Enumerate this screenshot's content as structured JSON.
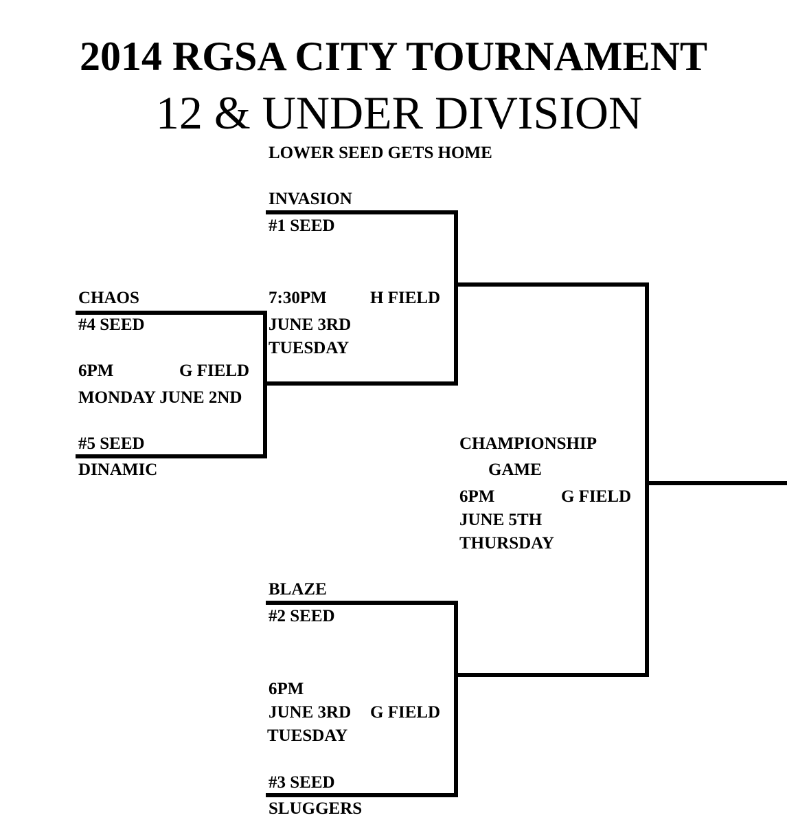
{
  "header": {
    "title": "2014 RGSA CITY TOURNAMENT",
    "subtitle": "12 & UNDER DIVISION",
    "note": "LOWER SEED GETS HOME"
  },
  "game_play_in": {
    "top_team": "CHAOS",
    "top_seed": "#4 SEED",
    "time": "6PM",
    "field": "G FIELD",
    "date": "MONDAY JUNE 2ND",
    "bottom_seed": "#5 SEED",
    "bottom_team": "DINAMIC"
  },
  "game_semi_1": {
    "top_team": "INVASION",
    "top_seed": "#1 SEED",
    "time": "7:30PM",
    "field": "H FIELD",
    "date": "JUNE 3RD",
    "day": "TUESDAY"
  },
  "game_semi_2": {
    "top_team": "BLAZE",
    "top_seed": "#2 SEED",
    "time": "6PM",
    "date": "JUNE 3RD",
    "field": "G FIELD",
    "day": "TUESDAY",
    "bottom_seed": "#3 SEED",
    "bottom_team": "SLUGGERS"
  },
  "championship": {
    "label_1": "CHAMPIONSHIP",
    "label_2": "GAME",
    "time": "6PM",
    "field": "G FIELD",
    "date": "JUNE 5TH",
    "day": "THURSDAY"
  }
}
